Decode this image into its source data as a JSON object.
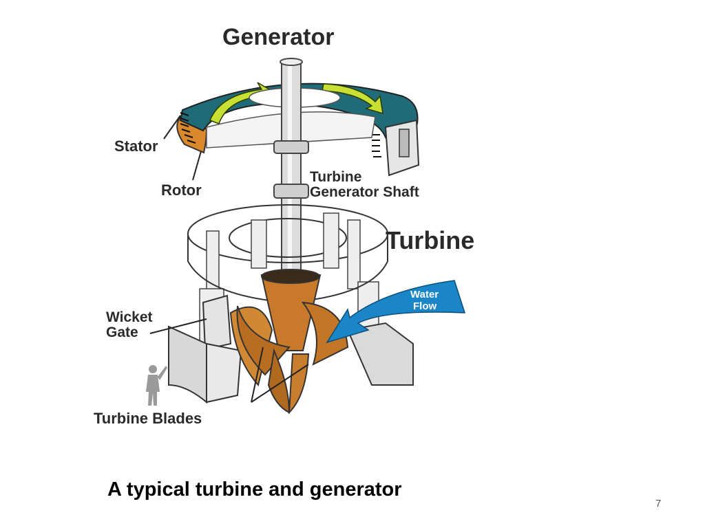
{
  "slide": {
    "caption": "A typical turbine and generator",
    "page_number": "7"
  },
  "diagram": {
    "labels": {
      "generator": "Generator",
      "stator": "Stator",
      "rotor": "Rotor",
      "shaft_line1": "Turbine",
      "shaft_line2": "Generator Shaft",
      "turbine": "Turbine",
      "water_line1": "Water",
      "water_line2": "Flow",
      "wicket_line1": "Wicket",
      "wicket_line2": "Gate",
      "blades": "Turbine Blades"
    },
    "colors": {
      "stator_teal": "#1f6b78",
      "rotor_orange": "#d9892b",
      "arrow_yellow": "#c8e033",
      "blade_brown": "#c87a2a",
      "water_blue": "#1a86c8",
      "housing_gray": "#d8d8d8"
    }
  }
}
